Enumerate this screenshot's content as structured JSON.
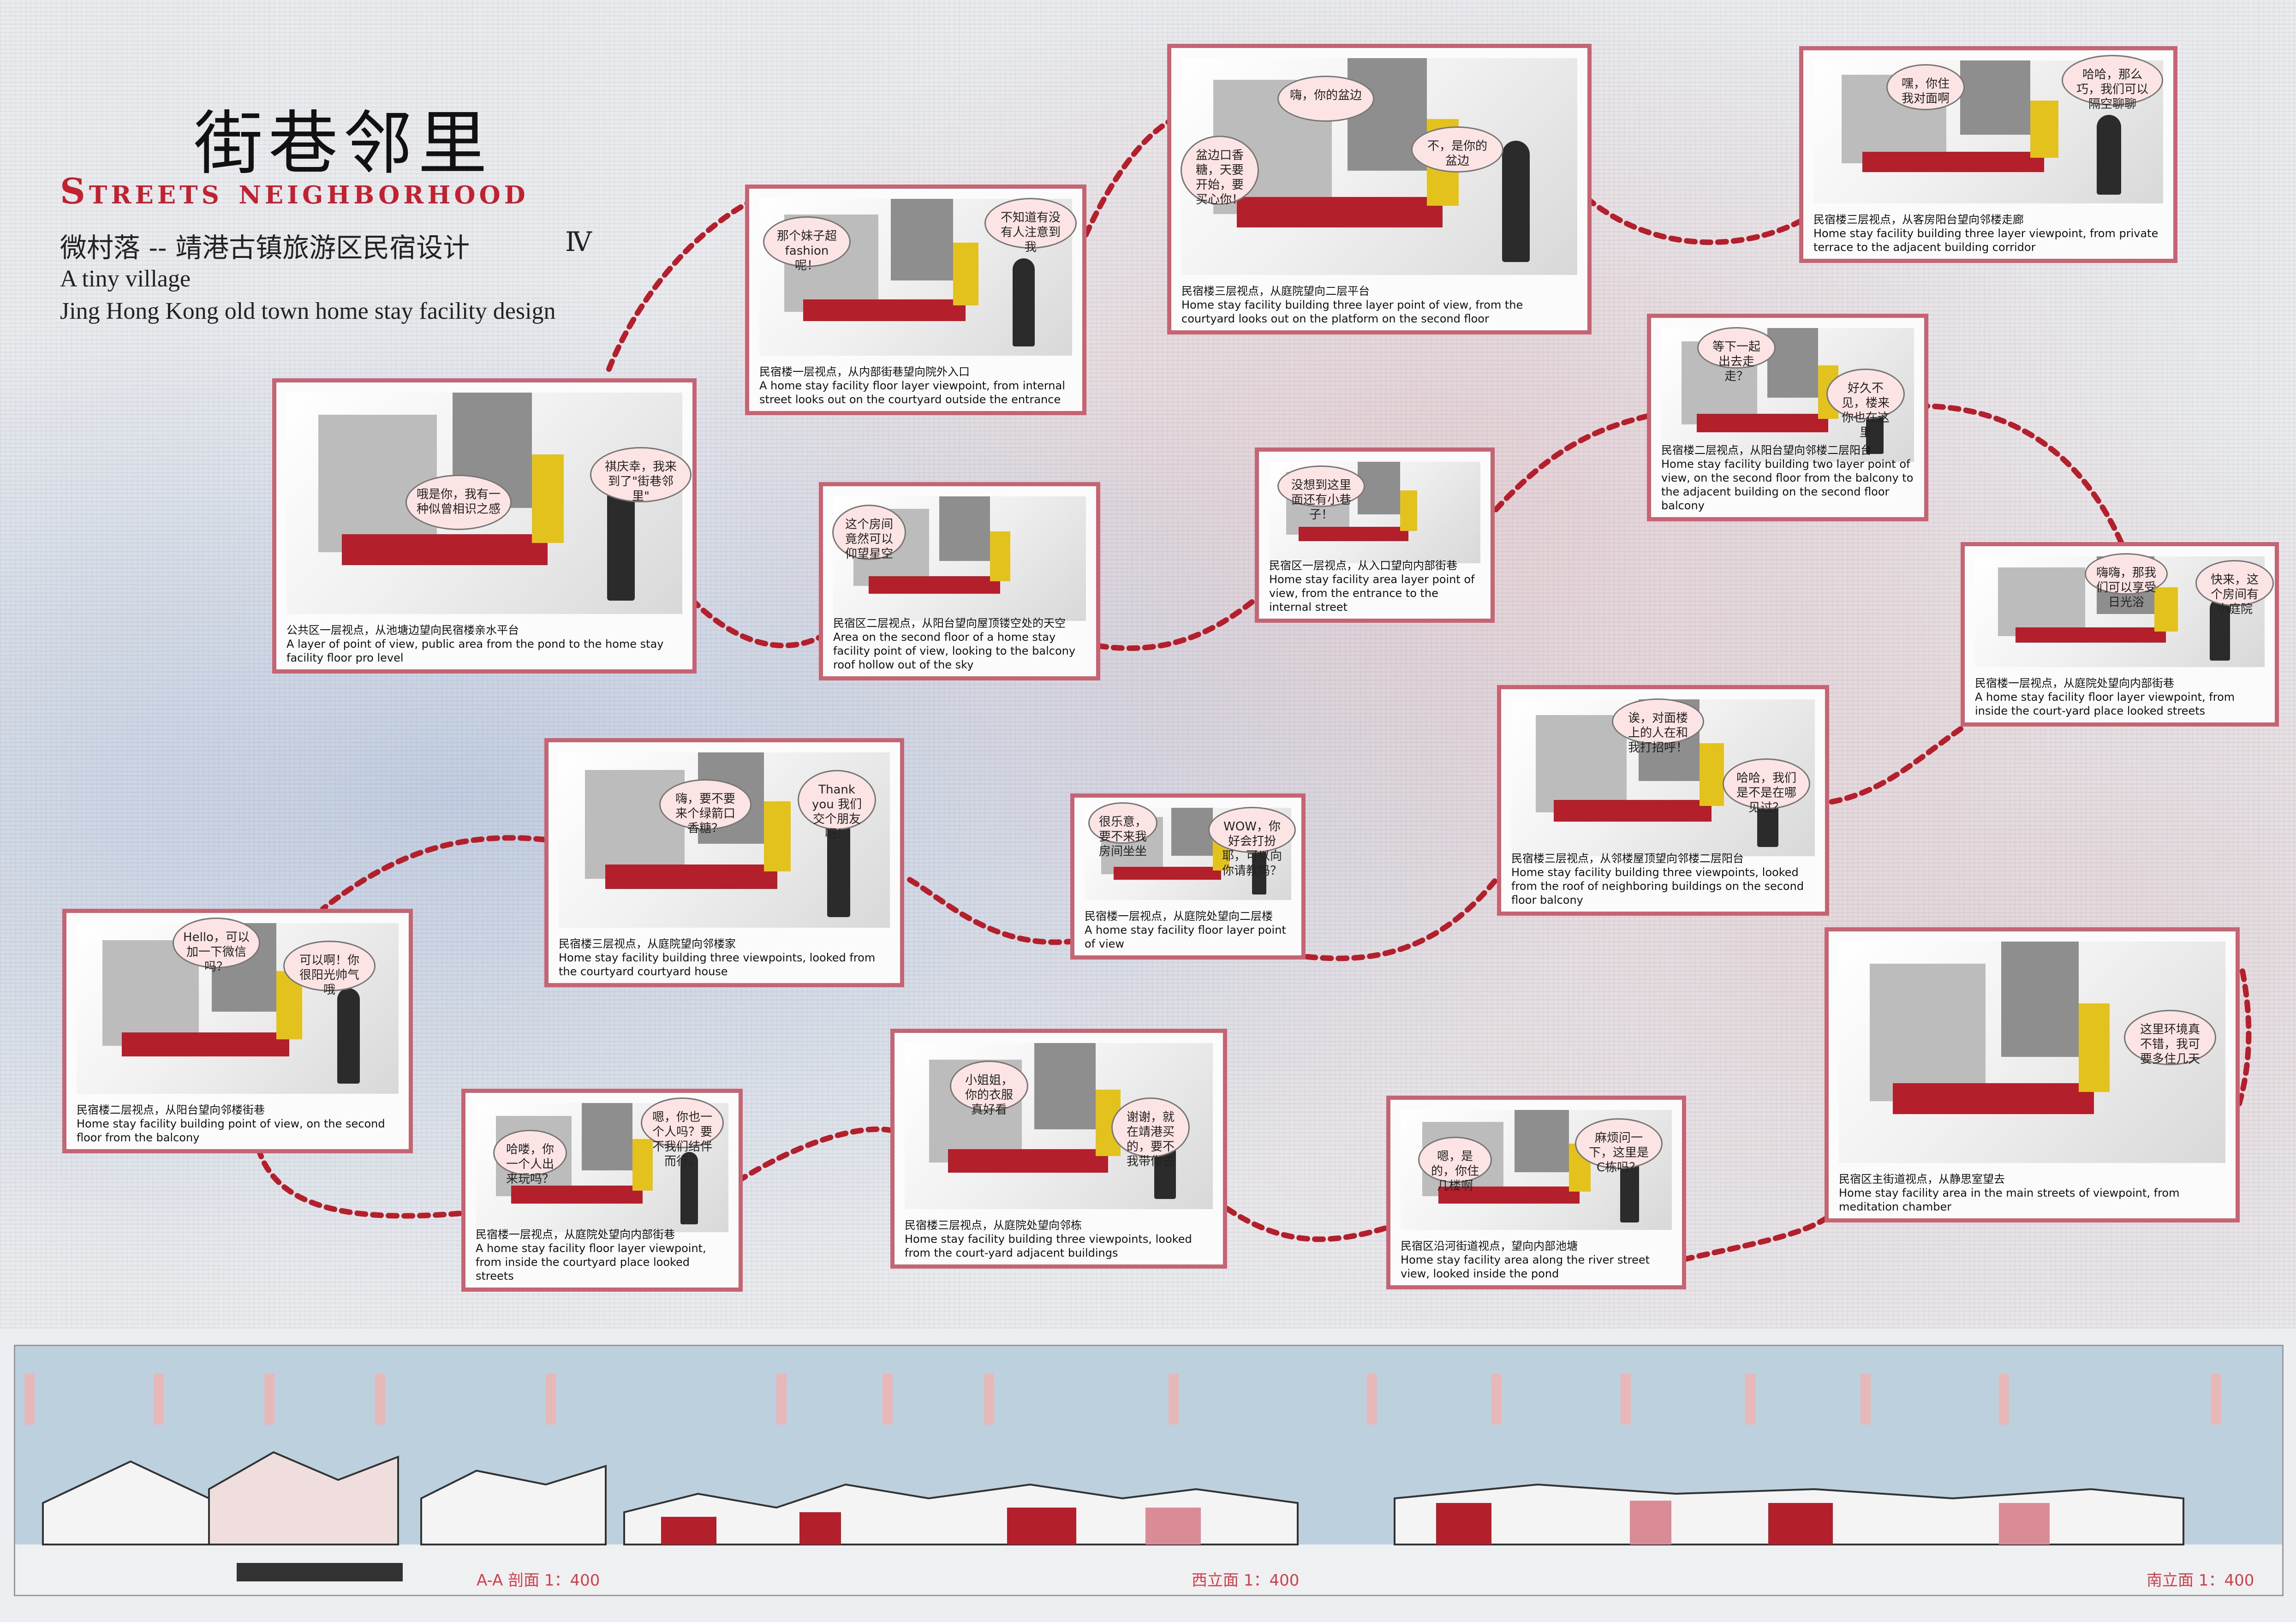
{
  "header": {
    "title_zh": "街巷邻里",
    "title_en": "Streets neighborhood",
    "subtitle_zh": "微村落 -- 靖港古镇旅游区民宿设计",
    "subtitle_num": "Ⅳ",
    "subtitle_en_1": "A tiny village",
    "subtitle_en_2": "Jing Hong Kong old town home stay facility design"
  },
  "panels": [
    {
      "id": "p1",
      "bubbles": [
        "哦是你，我有一种似曾相识之感",
        "祺庆幸，我来到了\"街巷邻里\""
      ],
      "cap_zh": "公共区一层视点，从池塘边望向民宿楼亲水平台",
      "cap_en": "A layer of point of view, public area from the pond to the home stay facility floor pro level"
    },
    {
      "id": "p2",
      "bubbles": [
        "那个妹子超fashion呢！",
        "不知道有没有人注意到我"
      ],
      "cap_zh": "民宿楼一层视点，从内部街巷望向院外入口",
      "cap_en": "A home stay facility floor layer viewpoint, from internal street looks out on the courtyard outside the entrance"
    },
    {
      "id": "p3",
      "bubbles": [
        "嗨，你的盆边",
        "盆边口香糖，天要开始，要买心你！",
        "不，是你的盆边"
      ],
      "cap_zh": "民宿楼三层视点，从庭院望向二层平台",
      "cap_en": "Home stay facility building three layer point of view, from the courtyard looks out on the platform on the second floor"
    },
    {
      "id": "p4",
      "bubbles": [
        "嘿，你住我对面啊",
        "哈哈，那么巧，我们可以隔空聊聊"
      ],
      "cap_zh": "民宿楼三层视点，从客房阳台望向邻楼走廊",
      "cap_en": "Home stay facility building three layer viewpoint, from private terrace to the adjacent building corridor"
    },
    {
      "id": "p5",
      "bubbles": [
        "这个房间竟然可以仰望星空"
      ],
      "cap_zh": "民宿区二层视点，从阳台望向屋顶镂空处的天空",
      "cap_en": "Area on the second floor of a home stay facility point of view, looking to the balcony roof hollow out of the sky"
    },
    {
      "id": "p6",
      "bubbles": [
        "没想到这里面还有小巷子！"
      ],
      "cap_zh": "民宿区一层视点，从入口望向内部街巷",
      "cap_en": "Home stay facility area layer point of view, from the entrance to the internal street"
    },
    {
      "id": "p7",
      "bubbles": [
        "等下一起出去走走？",
        "好久不见，楼来你也在这里"
      ],
      "cap_zh": "民宿楼二层视点，从阳台望向邻楼二层阳台",
      "cap_en": "Home stay facility building two layer point of view, on the second floor from the balcony to the adjacent building on the second floor balcony"
    },
    {
      "id": "p8",
      "bubbles": [
        "嗨嗨，那我们可以享受日光浴",
        "快来，这个房间有小庭院"
      ],
      "cap_zh": "民宿楼一层视点，从庭院处望向内部街巷",
      "cap_en": "A home stay facility floor layer viewpoint, from inside the court-yard place looked streets"
    },
    {
      "id": "p9",
      "bubbles": [
        "嗨，要不要来个绿箭口香糖？",
        "Thank you 我们交个朋友吧！"
      ],
      "cap_zh": "民宿楼三层视点，从庭院望向邻楼家",
      "cap_en": "Home stay facility building three viewpoints, looked from the courtyard courtyard house"
    },
    {
      "id": "p10",
      "bubbles": [
        "很乐意，要不来我房间坐坐",
        "WOW，你好会打扮耶，可以向你请教吗？"
      ],
      "cap_zh": "民宿楼一层视点，从庭院处望向二层楼",
      "cap_en": "A home stay facility floor layer point of view"
    },
    {
      "id": "p11",
      "bubbles": [
        "诶，对面楼上的人在和我打招呼！",
        "哈哈，我们是不是在哪见过？"
      ],
      "cap_zh": "民宿楼三层视点，从邻楼屋顶望向邻楼二层阳台",
      "cap_en": "Home stay facility building three viewpoints, looked from the roof of neighboring buildings on the second floor balcony"
    },
    {
      "id": "p12",
      "bubbles": [
        "Hello，可以加一下微信吗？",
        "可以啊！你很阳光帅气哦"
      ],
      "cap_zh": "民宿楼二层视点，从阳台望向邻楼街巷",
      "cap_en": "Home stay facility building point of view, on the second floor from the balcony"
    },
    {
      "id": "p13",
      "bubbles": [
        "哈喽，你一个人出来玩吗？",
        "嗯，你也一个人吗？要不我们结伴而行。"
      ],
      "cap_zh": "民宿楼一层视点，从庭院处望向内部街巷",
      "cap_en": "A home stay facility floor layer viewpoint, from inside the courtyard place looked streets"
    },
    {
      "id": "p14",
      "bubbles": [
        "小姐姐，你的衣服真好看",
        "谢谢，就在靖港买的，要不我带你去"
      ],
      "cap_zh": "民宿楼三层视点，从庭院处望向邻栋",
      "cap_en": "Home stay facility building three viewpoints, looked from the court-yard adjacent buildings"
    },
    {
      "id": "p15",
      "bubbles": [
        "嗯，是的，你住几楼啊",
        "麻烦问一下，这里是C栋吗？"
      ],
      "cap_zh": "民宿区沿河街道视点，望向内部池塘",
      "cap_en": "Home stay facility area along the river street view, looked inside the pond"
    },
    {
      "id": "p16",
      "bubbles": [
        "这里环境真不错，我可要多住几天"
      ],
      "cap_zh": "民宿区主街道视点，从静思室望去",
      "cap_en": "Home stay facility area in the main streets of viewpoint, from meditation chamber"
    }
  ],
  "elevations": {
    "scale_1": "A-A 剖面 1：400",
    "scale_2": "西立面 1：400",
    "scale_3": "南立面 1：400"
  },
  "colors": {
    "accent": "#c0232f",
    "frame": "#c66474",
    "sky": "#bcd0de"
  }
}
